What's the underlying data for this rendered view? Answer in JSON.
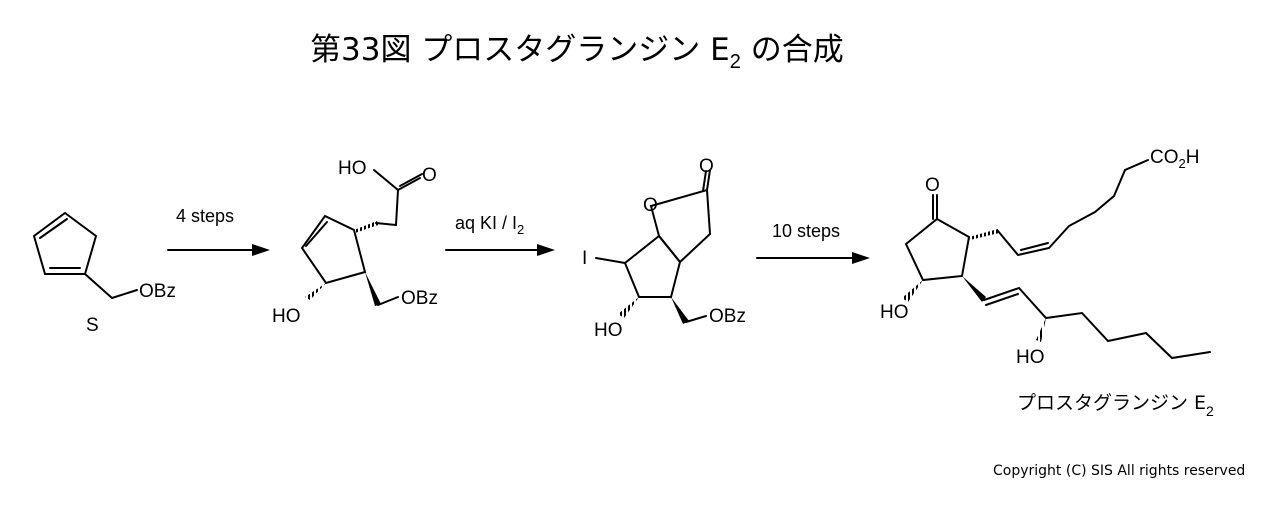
{
  "figure": {
    "title": "第33図  プロスタグランジン E",
    "title_sub": "2",
    "title_tail": " の合成",
    "product_name": "プロスタグランジン E",
    "product_name_sub": "2",
    "copyright": "Copyright (C) SIS All rights reserved"
  },
  "steps": [
    {
      "label": "4 steps"
    },
    {
      "label": "aq KI / I",
      "label_sub": "2"
    },
    {
      "label": "10 steps"
    }
  ],
  "compound1": {
    "stereo_label": "S",
    "substituent": "OBz"
  },
  "compound2": {
    "acid_oh": "HO",
    "carbonyl_o": "O",
    "ring_oh": "HO",
    "substituent": "OBz"
  },
  "compound3": {
    "ring_o": "O",
    "carbonyl_o": "O",
    "iodo": "I",
    "ring_oh": "HO",
    "substituent": "OBz"
  },
  "product": {
    "ketone_o": "O",
    "acid": "CO",
    "acid_sub": "2",
    "acid_tail": "H",
    "ring_oh": "HO",
    "chain_oh": "HO"
  }
}
